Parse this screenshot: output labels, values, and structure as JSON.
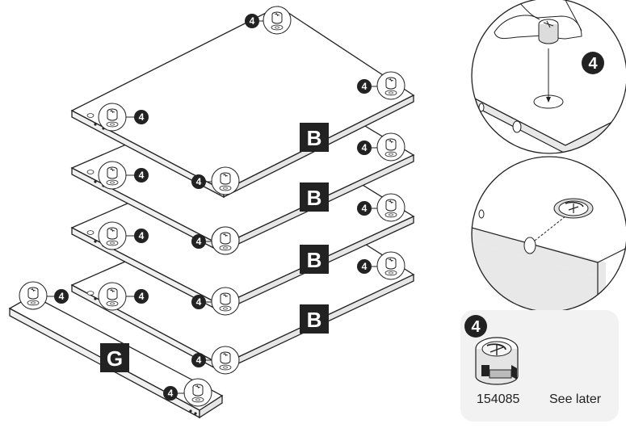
{
  "panels": [
    {
      "id": "top",
      "letter": "B"
    },
    {
      "id": "second",
      "letter": "B"
    },
    {
      "id": "third",
      "letter": "B"
    },
    {
      "id": "bottom",
      "letter": "B"
    }
  ],
  "strip": {
    "letter": "G"
  },
  "fitting_badge": "4",
  "detail_top": {
    "badge": "4"
  },
  "part_card": {
    "badge": "4",
    "part_number": "154085",
    "note": "See later"
  },
  "colors": {
    "line": "#222222",
    "panel_edge": "#f0f0f0",
    "detail_edge": "#e4e4e4",
    "card_bg": "#f2f2f2",
    "label_bg": "#222222"
  }
}
